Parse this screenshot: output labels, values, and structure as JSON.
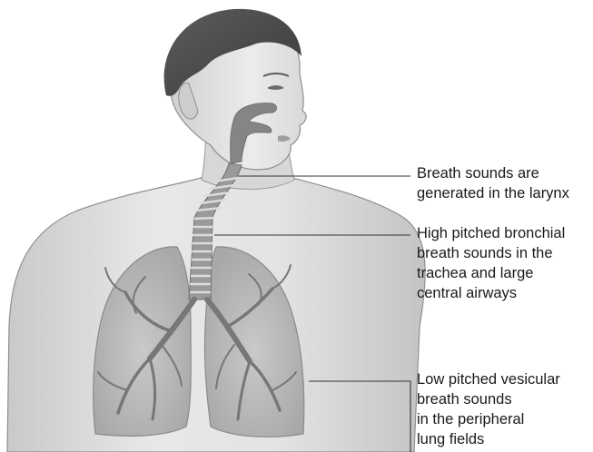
{
  "diagram": {
    "subject": "respiratory-anatomy-breath-sounds",
    "colors": {
      "skin_light": "#e6e6e6",
      "skin_mid": "#cfcfcf",
      "skin_shadow": "#a9a9a9",
      "hair": "#4a4a4a",
      "airway": "#8c8c8c",
      "lung": "#bdbdbd",
      "bronchi": "#7a7a7a",
      "leader_line": "#333333",
      "text": "#1a1a1a"
    },
    "labels": [
      {
        "id": "larynx",
        "lines": [
          "Breath sounds are",
          "generated in the larynx"
        ]
      },
      {
        "id": "bronchial",
        "lines": [
          "High pitched bronchial",
          "breath sounds in the",
          "trachea and large",
          "central airways"
        ]
      },
      {
        "id": "vesicular",
        "lines": [
          "Low pitched vesicular",
          "breath sounds",
          "in the peripheral",
          "lung fields"
        ]
      }
    ]
  }
}
